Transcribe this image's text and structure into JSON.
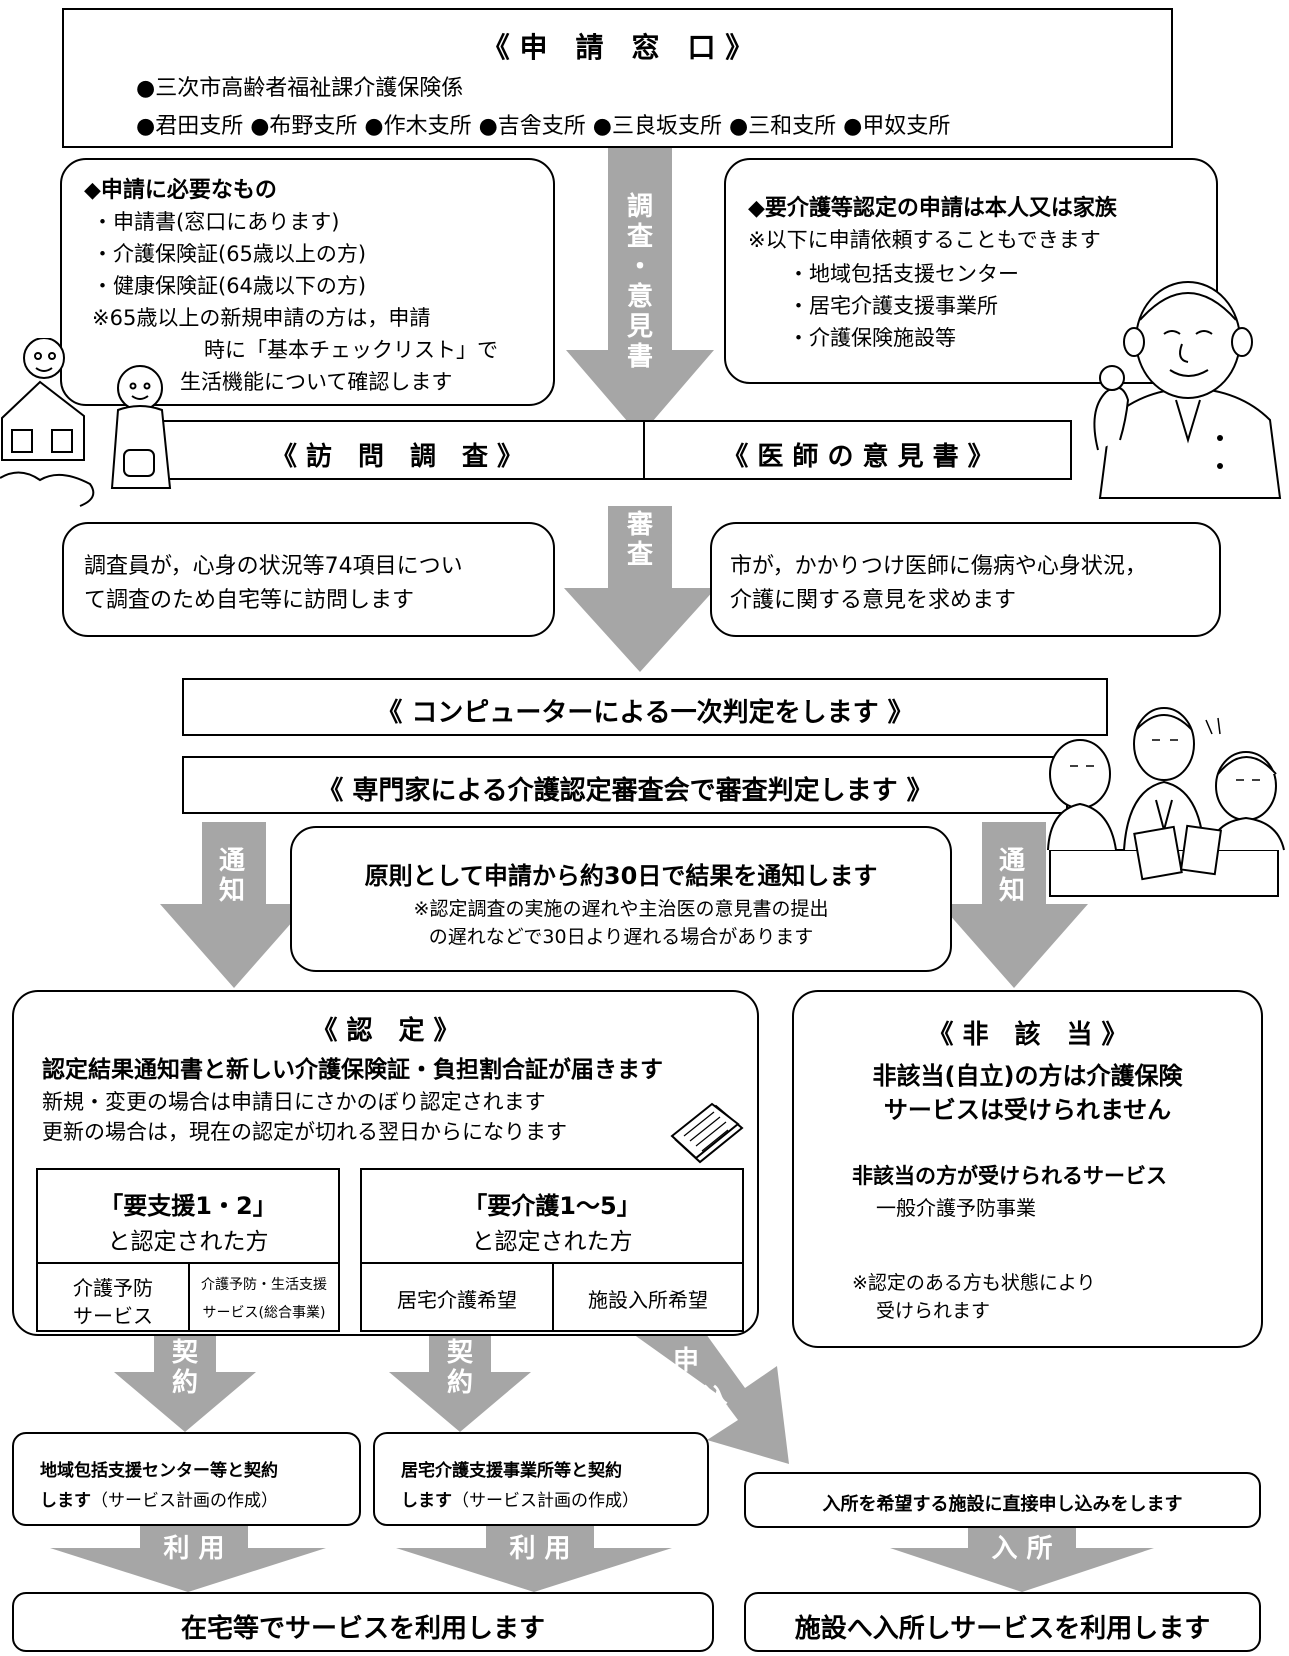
{
  "colors": {
    "arrow": "#a6a6a6",
    "border": "#000000",
    "background": "#ffffff"
  },
  "window": {
    "title": "《 申　請　窓　口 》",
    "line1": "●三次市高齢者福祉課介護保険係",
    "line2": "●君田支所 ●布野支所 ●作木支所 ●吉舎支所 ●三良坂支所 ●三和支所 ●甲奴支所"
  },
  "required": {
    "heading": "◆申請に必要なもの",
    "items": [
      "・申請書(窓口にあります)",
      "・介護保険証(65歳以上の方)",
      "・健康保険証(64歳以下の方)"
    ],
    "note1": "※65歳以上の新規申請の方は，申請",
    "note2": "時に「基本チェックリスト」で",
    "note3": "生活機能について確認します"
  },
  "applicant": {
    "heading": "◆要介護等認定の申請は本人又は家族",
    "sub": "※以下に申請依頼することもできます",
    "items": [
      "・地域包括支援センター",
      "・居宅介護支援事業所",
      "・介護保険施設等"
    ]
  },
  "arrow_labels": {
    "survey_opinion": [
      "調",
      "査",
      "・",
      "意",
      "見",
      "書"
    ],
    "review": [
      "審",
      "査"
    ],
    "notice_left": [
      "通",
      "知"
    ],
    "notice_right": [
      "通",
      "知"
    ],
    "contract_left": [
      "契",
      "約"
    ],
    "contract_mid": [
      "契",
      "約"
    ],
    "apply": [
      "申",
      "込"
    ],
    "use_left": "利 用",
    "use_mid": "利 用",
    "enter": "入 所"
  },
  "visit_survey": {
    "title": "《 訪　問　調　査 》",
    "desc1": "調査員が，心身の状況等74項目につい",
    "desc2": "て調査のため自宅等に訪問します"
  },
  "doctor": {
    "title": "《 医 師 の 意 見 書 》",
    "desc1": "市が，かかりつけ医師に傷病や心身状況，",
    "desc2": "介護に関する意見を求めます"
  },
  "primary": {
    "title": "《 コンピューターによる一次判定をします 》"
  },
  "committee": {
    "title": "《 専門家による介護認定審査会で審査判定します 》"
  },
  "result_notice": {
    "main": "原則として申請から約30日で結果を通知します",
    "note1": "※認定調査の実施の遅れや主治医の意見書の提出",
    "note2": "の遅れなどで30日より遅れる場合があります"
  },
  "certified": {
    "title": "《 認　定 》",
    "main": "認定結果通知書と新しい介護保険証・負担割合証が届きます",
    "line1": "新規・変更の場合は申請日にさかのぼり認定されます",
    "line2": "更新の場合は，現在の認定が切れる翌日からになります",
    "support": {
      "title": "「要支援1・2」",
      "sub": "と認定された方",
      "opt1a": "介護予防",
      "opt1b": "サービス",
      "opt2a": "介護予防・生活支援",
      "opt2b": "サービス(総合事業)"
    },
    "care": {
      "title": "「要介護1～5」",
      "sub": "と認定された方",
      "opt1": "居宅介護希望",
      "opt2": "施設入所希望"
    }
  },
  "not_applicable": {
    "title": "《 非　該　当 》",
    "main1": "非該当(自立)の方は介護保険",
    "main2": "サービスは受けられません",
    "services_head": "非該当の方が受けられるサービス",
    "services_item": "一般介護予防事業",
    "note1": "※認定のある方も状態により",
    "note2": "受けられます"
  },
  "contract_left_box": {
    "line1": "地域包括支援センター等と契約",
    "bold2": "します",
    "normal2": "（サービス計画の作成）"
  },
  "contract_mid_box": {
    "line1": "居宅介護支援事業所等と契約",
    "bold2": "します",
    "normal2": "（サービス計画の作成）"
  },
  "apply_box": {
    "text": "入所を希望する施設に直接申し込みをします"
  },
  "use_home": {
    "text": "在宅等でサービスを利用します"
  },
  "use_facility": {
    "text": "施設へ入所しサービスを利用します"
  }
}
